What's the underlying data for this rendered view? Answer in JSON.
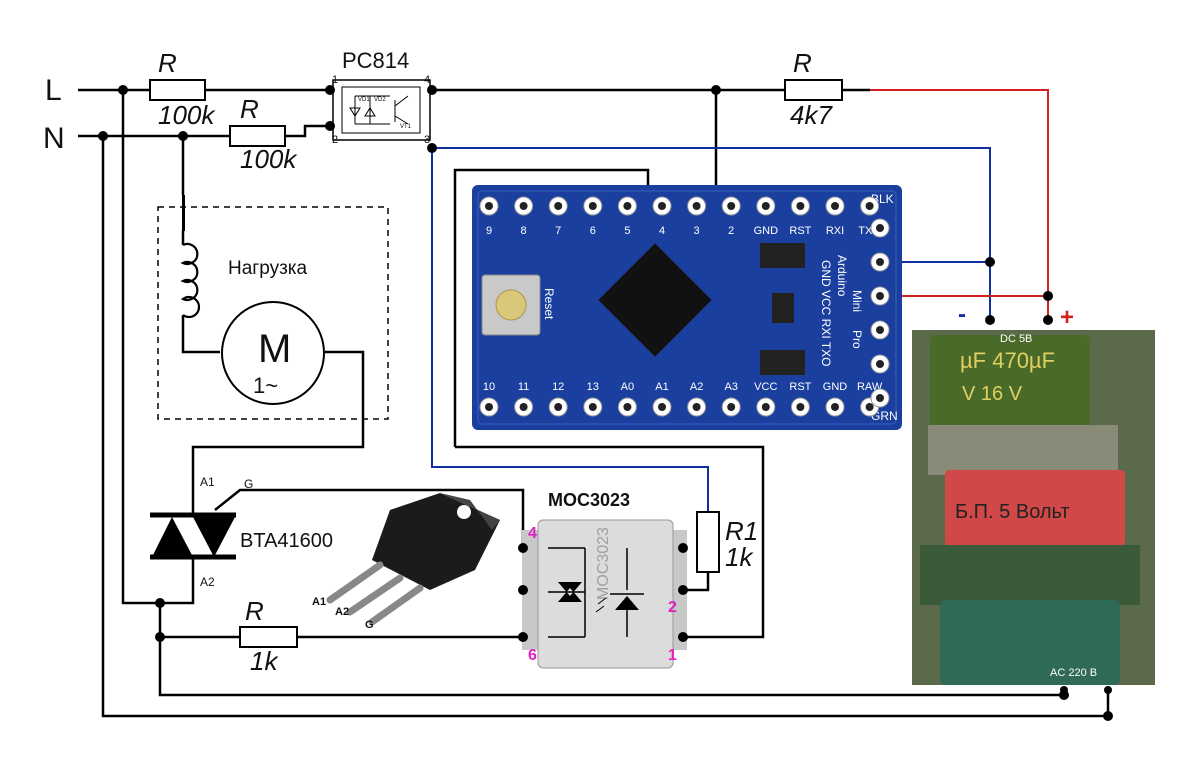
{
  "lines": {
    "l": "L",
    "n": "N"
  },
  "resistors": {
    "r_l": {
      "name": "R",
      "value": "100k"
    },
    "r_n": {
      "name": "R",
      "value": "100k"
    },
    "r_4k7": {
      "name": "R",
      "value": "4k7"
    },
    "r_gate": {
      "name": "R",
      "value": "1k"
    },
    "r1": {
      "name": "R1",
      "value": "1k"
    }
  },
  "pc814": {
    "title": "PC814",
    "pin1": "1",
    "pin2": "2",
    "pin3": "3",
    "pin4": "4",
    "labels": [
      "VD1",
      "VD2",
      "VT1"
    ]
  },
  "load": {
    "title": "Нагрузка",
    "motor_letter": "M",
    "motor_sub": "1~"
  },
  "triac": {
    "name": "BTA41600",
    "a1": "A1",
    "a2": "A2",
    "g": "G",
    "pkg_pins": [
      "A1",
      "A2",
      "G"
    ]
  },
  "moc": {
    "title": "MOC3023",
    "body_text": "MOC3023",
    "pin4": "4",
    "pin6": "6",
    "pin2": "2",
    "pin1": "1"
  },
  "arduino": {
    "top_pins": [
      "9",
      "8",
      "7",
      "6",
      "5",
      "4",
      "3",
      "2",
      "GND",
      "RST",
      "RXI",
      "TXO"
    ],
    "bottom_pins": [
      "10",
      "11",
      "12",
      "13",
      "A0",
      "A1",
      "A2",
      "A3",
      "VCC",
      "RST",
      "GND",
      "RAW"
    ],
    "side_top": "BLK",
    "side_bottom": "GRN",
    "reset": "Reset",
    "vert_text": [
      "GND VCC RXI TXO",
      "Arduino",
      "Mini",
      "Pro"
    ]
  },
  "psu": {
    "dc": "DC 5B",
    "ac": "AC 220 B",
    "label": "Б.П. 5 Вольт",
    "cap_text": "µF 470µF",
    "cap_volt": "V 16 V",
    "minus": "-",
    "plus": "+"
  },
  "colors": {
    "wire": "#000000",
    "red": "#d42020",
    "blue": "#1030a0",
    "board": "#1a3f9e",
    "psu_label": "#d04848"
  }
}
